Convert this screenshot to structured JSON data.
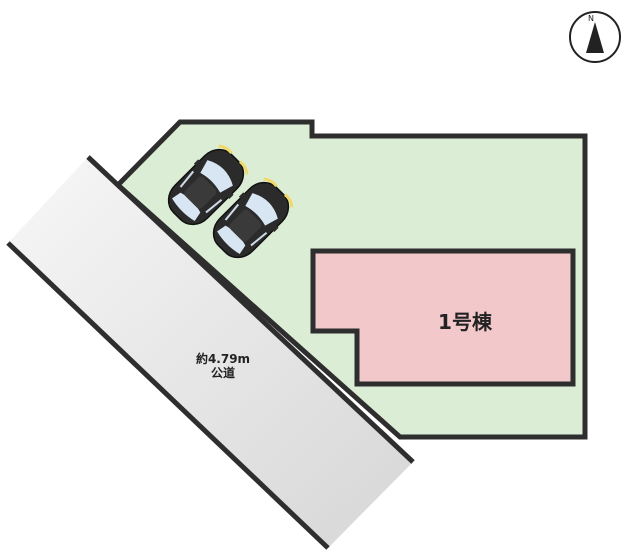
{
  "compass": {
    "letter": "N",
    "icon": "north-arrow-icon"
  },
  "road": {
    "width_label": "約4.79m",
    "type_label": "公道"
  },
  "building": {
    "label": "1号棟"
  },
  "parking": {
    "count": 2,
    "icon": "car-icon"
  },
  "colors": {
    "lot_fill": "#dcedd5",
    "lot_outline": "#2e2e2e",
    "building_fill": "#f2c8cb",
    "road_fill": "#ebebeb",
    "car_body": "#2b2b2b",
    "car_glass": "#d8e6f3"
  }
}
